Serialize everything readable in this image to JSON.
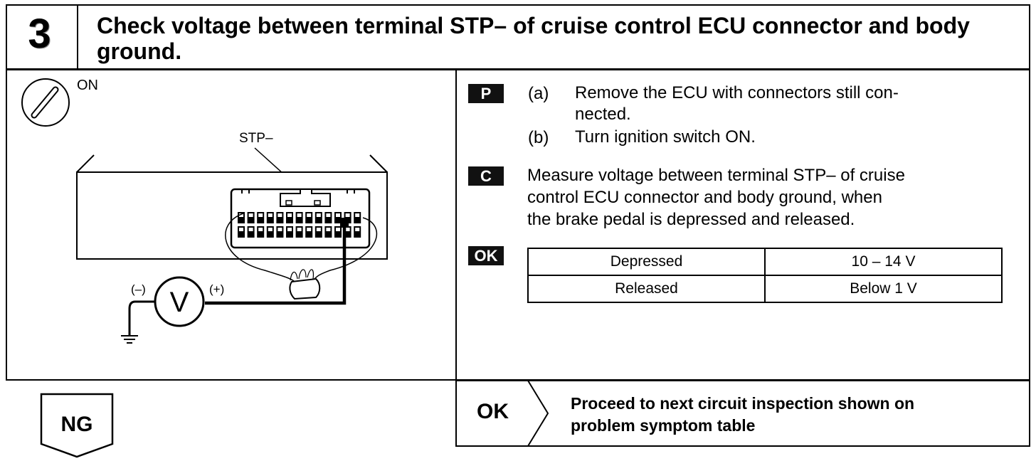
{
  "header": {
    "step_number": "3",
    "title": "Check voltage between terminal STP– of cruise control ECU connector and body ground."
  },
  "diagram": {
    "switch_label": "ON",
    "terminal_label": "STP–",
    "meter_symbol": "V",
    "minus_label": "(–)",
    "plus_label": "(+)"
  },
  "instructions": {
    "tag_p": "P",
    "step_a_letter": "(a)",
    "step_a_line1": "Remove the ECU with connectors still con-",
    "step_a_line2": "nected.",
    "step_b_letter": "(b)",
    "step_b_text": "Turn ignition switch ON.",
    "tag_c": "C",
    "measure_line1": "Measure voltage between terminal STP– of cruise",
    "measure_line2": "control ECU connector and body ground, when",
    "measure_line3": "the brake pedal is depressed and released.",
    "tag_ok": "OK"
  },
  "result_table": {
    "rows": [
      {
        "condition": "Depressed",
        "value": "10 – 14 V"
      },
      {
        "condition": "Released",
        "value": "Below 1 V"
      }
    ]
  },
  "footer": {
    "ng_label": "NG",
    "ok_label": "OK",
    "ok_text_line1": "Proceed to next circuit inspection shown on",
    "ok_text_line2": "problem symptom table"
  }
}
